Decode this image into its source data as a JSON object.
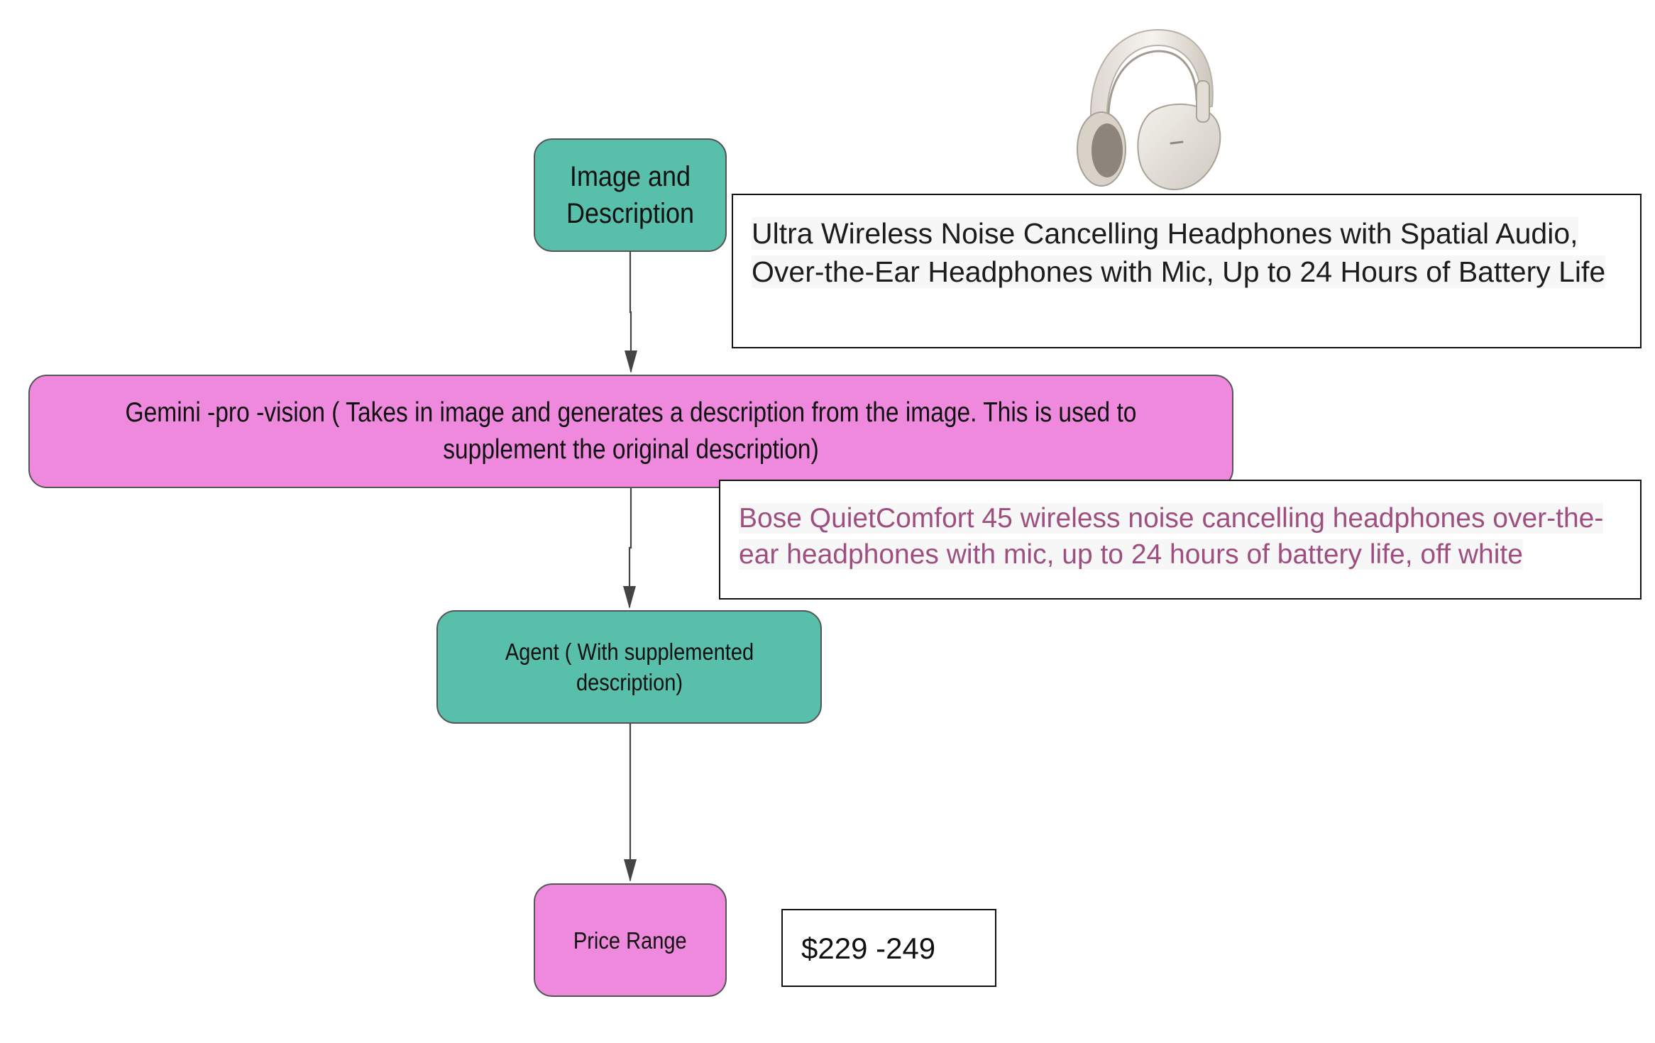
{
  "diagram": {
    "nodes": {
      "input": {
        "label": "Image and Description"
      },
      "vision": {
        "label": "Gemini -pro -vision ( Takes in image and generates a description from the image. This is used to supplement the original description)"
      },
      "agent": {
        "label": "Agent ( With supplemented description)"
      },
      "price": {
        "label": "Price Range"
      }
    },
    "callouts": {
      "original_description": "Ultra Wireless Noise Cancelling Headphones with Spatial Audio, Over-the-Ear Headphones with Mic, Up to 24 Hours of Battery Life",
      "generated_description": "Bose QuietComfort 45 wireless noise cancelling headphones over-the-ear headphones with mic, up to 24 hours of battery life, off white",
      "price_range": "$229 -249"
    },
    "colors": {
      "teal_node": "#57bfaa",
      "pink_node": "#ef89dd",
      "generated_text": "#9e4f80",
      "edge": "#444444"
    },
    "image": {
      "subject": "headphones-image"
    }
  }
}
